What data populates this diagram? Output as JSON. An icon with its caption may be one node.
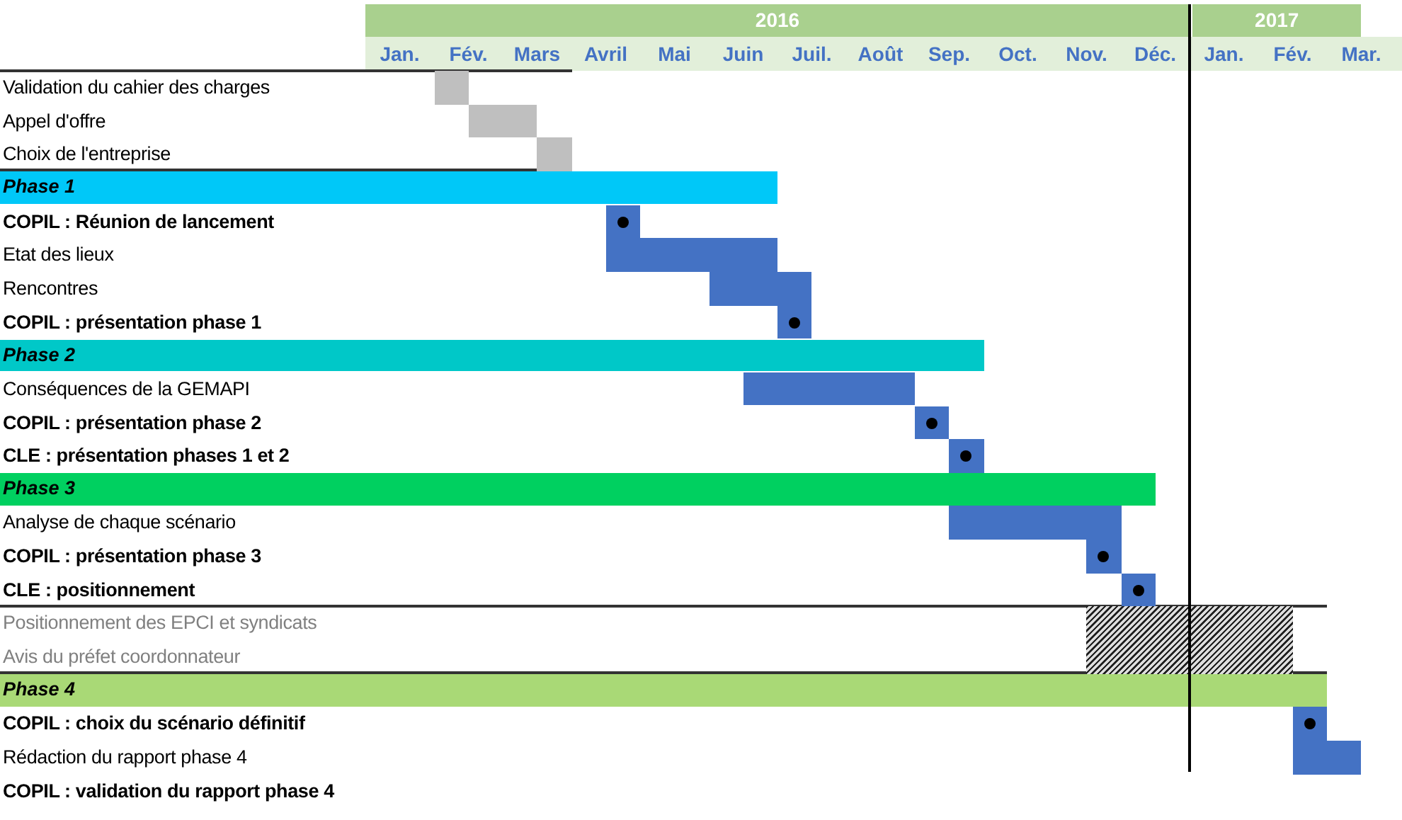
{
  "diagram": {
    "nodes": [
      {
        "text": [
          "Phase 1"
        ]
      },
      {
        "text": [
          "Phase 2"
        ]
      },
      {
        "text": [
          "Phase 3"
        ]
      },
      {
        "text": [
          "Phase 4"
        ]
      }
    ],
    "labels": [
      "2016",
      "2017",
      "Jan.",
      "Fév.",
      "Mars",
      "Avril",
      "Mai",
      "Juin",
      "Juil.",
      "Août",
      "Sep.",
      "Oct.",
      "Nov.",
      "Déc.",
      "Jan.",
      "Fév.",
      "Mar.",
      "Validation du cahier des charges",
      "Appel d'offre",
      "Choix de l'entreprise",
      "COPIL : Réunion de lancement",
      "Etat des lieux",
      "Rencontres",
      "COPIL : présentation phase 1",
      "Conséquences de la GEMAPI",
      "COPIL : présentation phase 2",
      "CLE : présentation phases 1 et 2",
      "Analyse de chaque scénario",
      "COPIL : présentation phase 3",
      "CLE : positionnement",
      "Positionnement des EPCI et syndicats",
      "Avis du préfet coordonnateur",
      "COPIL : choix du scénario définitif",
      "Rédaction du rapport phase 4",
      "COPIL : validation du rapport phase 4"
    ]
  }
}
